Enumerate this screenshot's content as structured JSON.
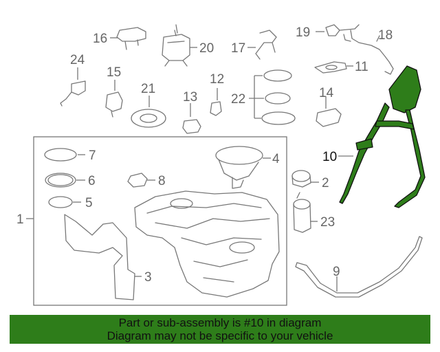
{
  "callouts": {
    "c1": "1",
    "c2": "2",
    "c3": "3",
    "c4": "4",
    "c5": "5",
    "c6": "6",
    "c7": "7",
    "c8": "8",
    "c9": "9",
    "c10": "10",
    "c11": "11",
    "c12": "12",
    "c13": "13",
    "c14": "14",
    "c15": "15",
    "c16": "16",
    "c17": "17",
    "c18": "18",
    "c19": "19",
    "c20": "20",
    "c21": "21",
    "c22": "22",
    "c23": "23",
    "c24": "24"
  },
  "highlight": {
    "part_number": "10",
    "color": "#2e7d1a"
  },
  "banner": {
    "line1": "Part or sub-assembly is #10 in diagram",
    "line2": "Diagram may not be specific to your vehicle"
  }
}
